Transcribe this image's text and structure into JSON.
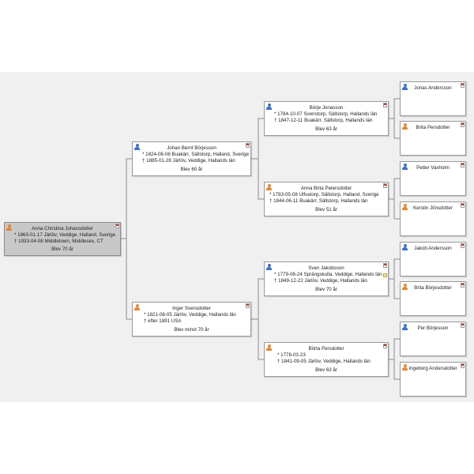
{
  "people": {
    "root": {
      "name": "Anna Christina Johansdotter",
      "birth": "* 1863-01-17 Järlöv, Veddige, Halland, Sverige",
      "death": "† 1933-04-08 Middletown, Middlesex, CT",
      "age": "Blev 70 år",
      "gender": "female"
    },
    "father": {
      "name": "Johan Bernt Börjesson",
      "birth": "* 1824-08-06 Buakärr, Sällstorp, Halland, Sverige",
      "death": "† 1885-01-28 Järlöv, Veddige, Hallands län",
      "age": "Blev 60 år",
      "gender": "male"
    },
    "mother": {
      "name": "Inger Svensdotter",
      "birth": "* 1821-08-05 Järlöv, Veddige, Hallands län",
      "death": "† efter 1891 USA",
      "age": "Blev minst 70 år",
      "gender": "female"
    },
    "ff": {
      "name": "Börje Jonasson",
      "birth": "* 1784-10-07 Svenstorp, Sällstorp, Hallands län",
      "death": "† 1847-12-11 Buakärr, Sällstorp, Hallands län",
      "age": "Blev 63 år",
      "gender": "male"
    },
    "fm": {
      "name": "Anna Brita Petersdotter",
      "birth": "* 1793-05-08 Ulfvatorp, Sällstorp, Halland, Sverige",
      "death": "† 1844-06-11 Buakärr, Sällstorp, Hallands län",
      "age": "Blev 51 år",
      "gender": "female"
    },
    "mf": {
      "name": "Sven Jakobsson",
      "birth": "* 1779-06-24 Sprängskulla, Veddige, Hallands län",
      "death": "† 1849-12-22 Järlöv, Veddige, Hallands län",
      "age": "Blev 70 år",
      "gender": "male"
    },
    "mm": {
      "name": "Börta Persdotter",
      "birth": "* 1778-03-23",
      "death": "† 1841-09-05 Järlöv, Veddige, Hallands län",
      "age": "Blev 63 år",
      "gender": "female"
    },
    "fff": {
      "name": "Jonas Andersson",
      "gender": "male"
    },
    "ffm": {
      "name": "Brita Persdotter",
      "gender": "female"
    },
    "fmf": {
      "name": "Petter Vaxholm",
      "gender": "male"
    },
    "fmm": {
      "name": "Kerstin Jönsdotter",
      "gender": "female"
    },
    "mff": {
      "name": "Jakob Andersson",
      "gender": "male"
    },
    "mfm": {
      "name": "Brita Börjesdotter",
      "gender": "female"
    },
    "mmf": {
      "name": "Per Börjesson",
      "gender": "male"
    },
    "mmm": {
      "name": "Ingeborg Andersdotter",
      "gender": "female"
    }
  },
  "colors": {
    "male": "#3a73c4",
    "female": "#e08a36",
    "canvas": "#f0f0f0",
    "connector": "#8c8c8c"
  }
}
